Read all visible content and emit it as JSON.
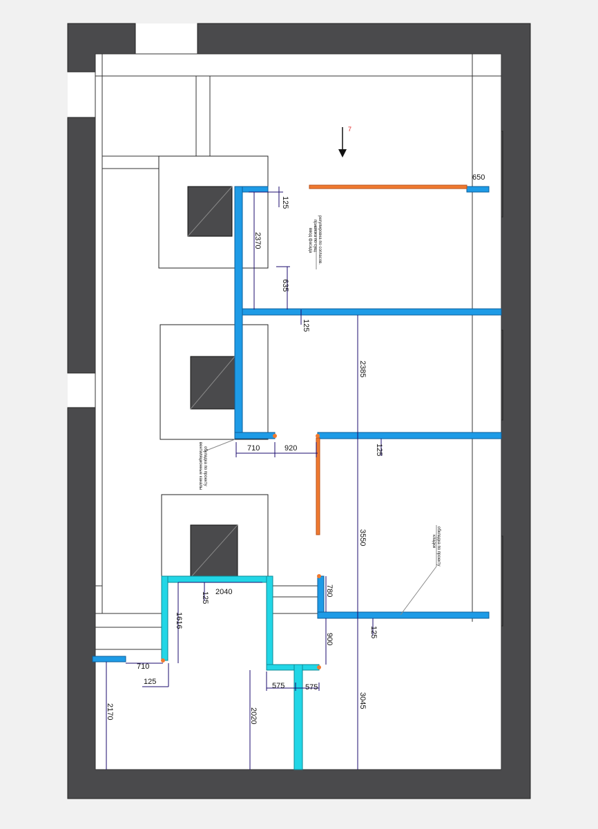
{
  "drawing": {
    "north_marker": "7",
    "dimensions": {
      "d650": "650",
      "d125_a": "125",
      "d2370": "2370",
      "d635": "635",
      "d125_b": "125",
      "d2385": "2385",
      "d710_a": "710",
      "d920": "920",
      "d125_c": "125",
      "d3550": "3550",
      "d780": "780",
      "d2040": "2040",
      "d125_d": "125",
      "d1616": "1616",
      "d900": "900",
      "d125_e": "125",
      "d710_b": "710",
      "d125_f": "125",
      "d575_a": "575",
      "d575_b": "575",
      "d2170": "2170",
      "d2020": "2020",
      "d3045": "3045"
    },
    "notes": {
      "note_top": [
        "регулировка по согласов.",
        "привязка по сущ.",
        "ввод фасада"
      ],
      "note_mid": [
        "обкладка по проекту",
        "вентиляционные каналы"
      ],
      "note_right": [
        "обкладка по проекту",
        "кладки"
      ]
    },
    "colors": {
      "background": "#f1f1f1",
      "outer_wall": "#4a4a4c",
      "partition_blue": "#1e9be6",
      "partition_cyan": "#22d6e6",
      "partition_orange": "#f07a30",
      "dimension_line": "#1a0a6e"
    }
  }
}
